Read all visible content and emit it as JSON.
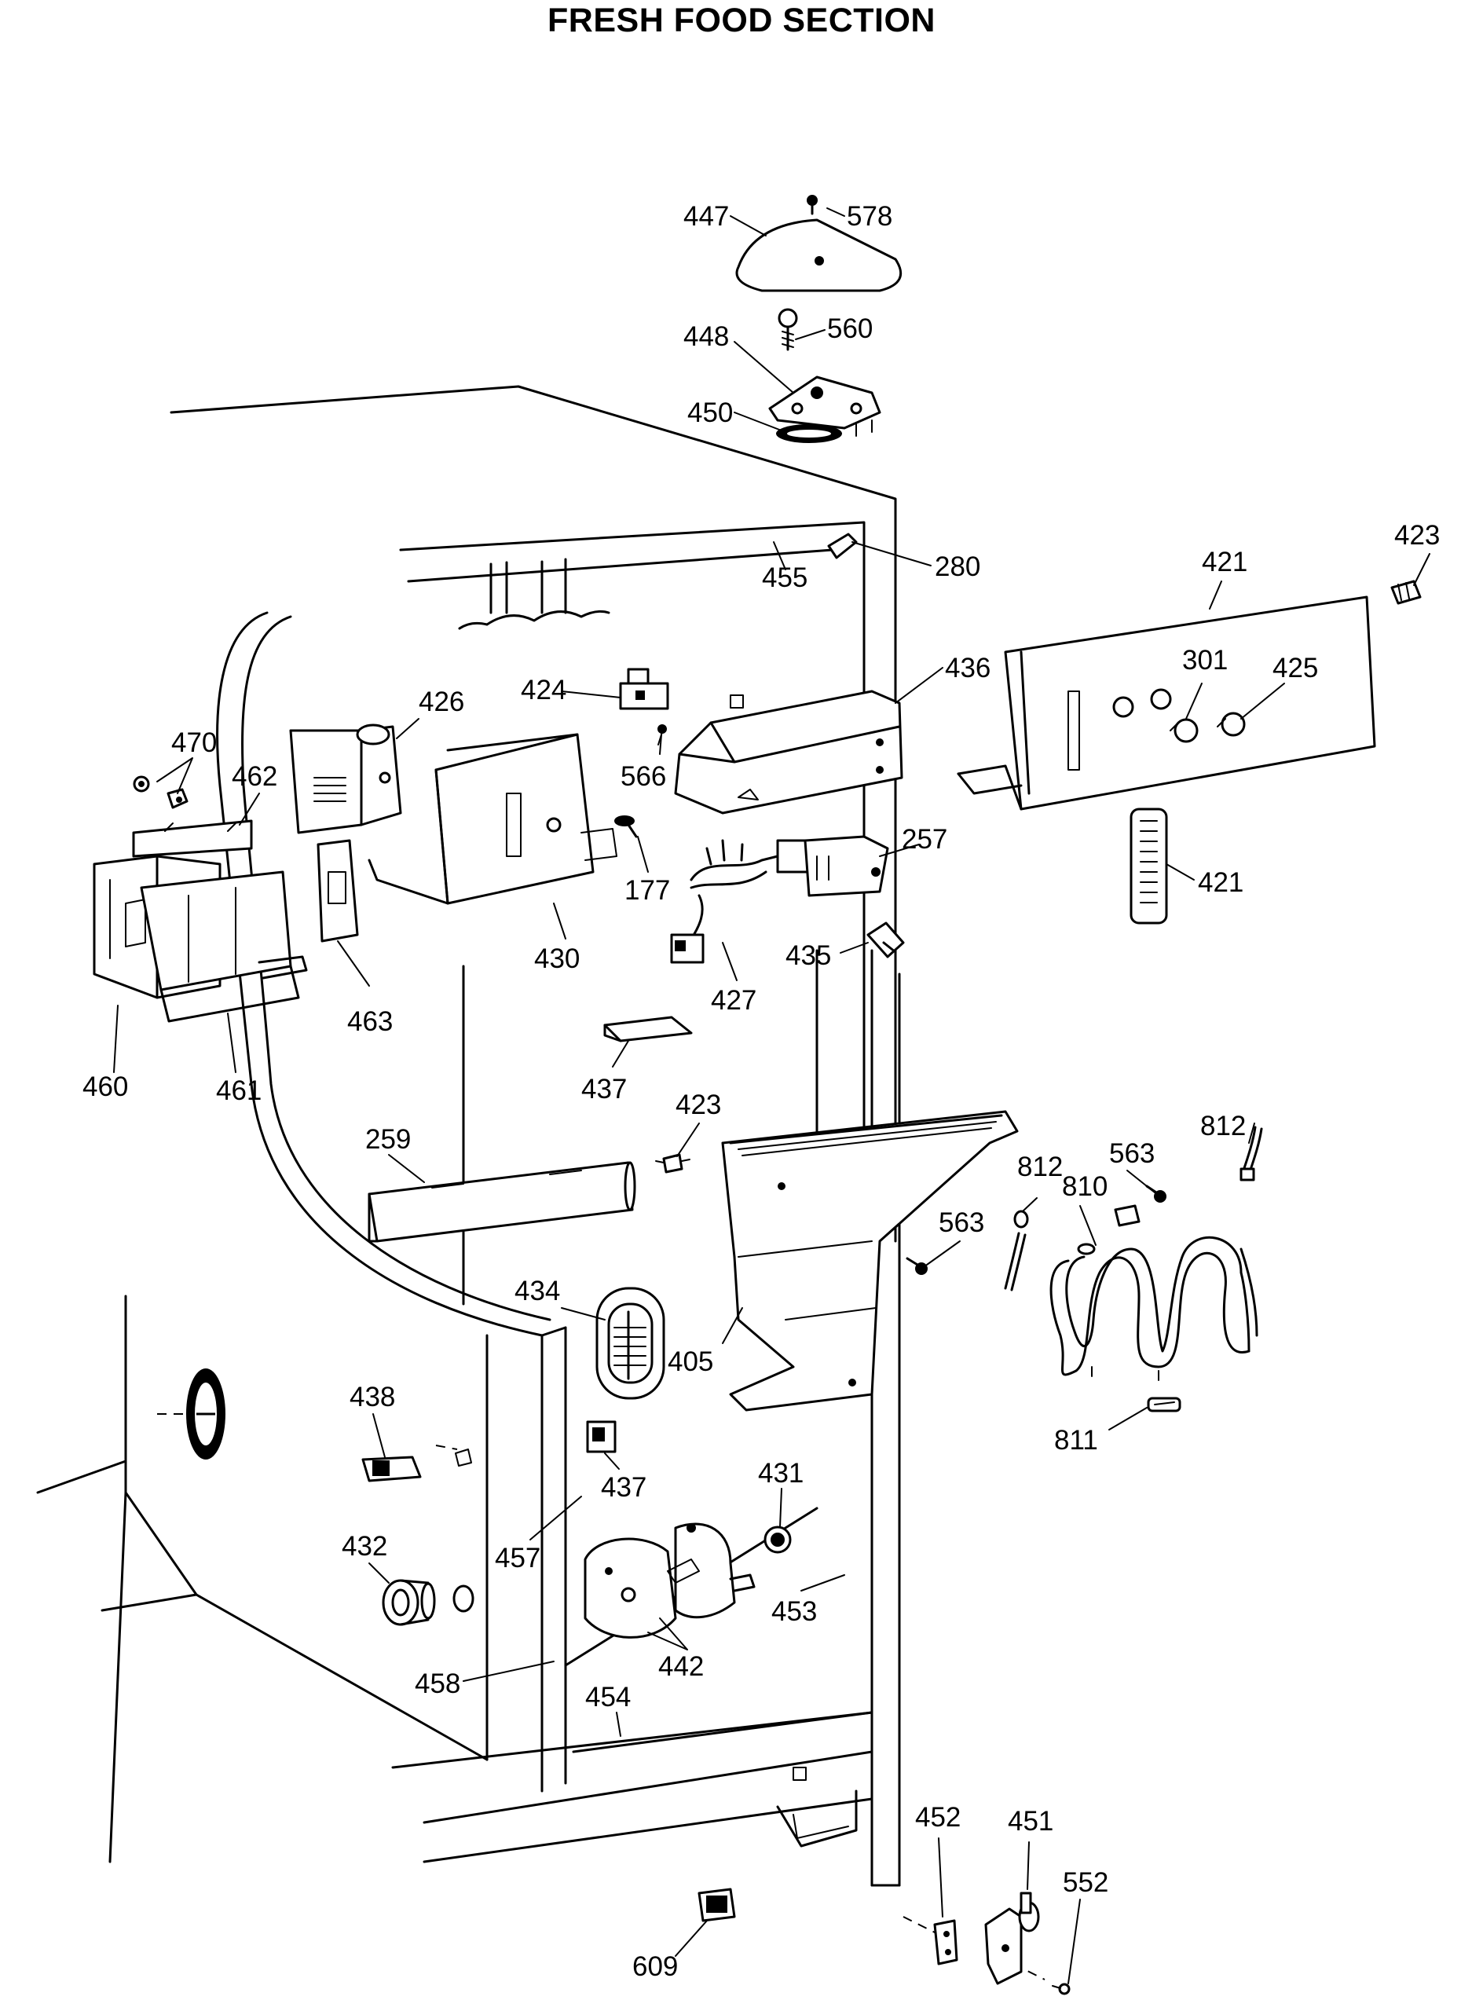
{
  "title": "FRESH FOOD SECTION",
  "labels": {
    "p578": "578",
    "p447": "447",
    "p560": "560",
    "p448": "448",
    "p450": "450",
    "p423a": "423",
    "p280": "280",
    "p455": "455",
    "p421a": "421",
    "p424": "424",
    "p436": "436",
    "p426": "426",
    "p301": "301",
    "p425": "425",
    "p470": "470",
    "p462": "462",
    "p566": "566",
    "p257": "257",
    "p421b": "421",
    "p177": "177",
    "p430": "430",
    "p435": "435",
    "p427": "427",
    "p463": "463",
    "p460": "460",
    "p461": "461",
    "p437a": "437",
    "p423b": "423",
    "p812a": "812",
    "p259": "259",
    "p563a": "563",
    "p812b": "812",
    "p810": "810",
    "p563b": "563",
    "p434": "434",
    "p405": "405",
    "p811": "811",
    "p438": "438",
    "p437b": "437",
    "p431": "431",
    "p432": "432",
    "p457": "457",
    "p453": "453",
    "p442": "442",
    "p458": "458",
    "p454": "454",
    "p452": "452",
    "p451": "451",
    "p552": "552",
    "p609": "609"
  }
}
